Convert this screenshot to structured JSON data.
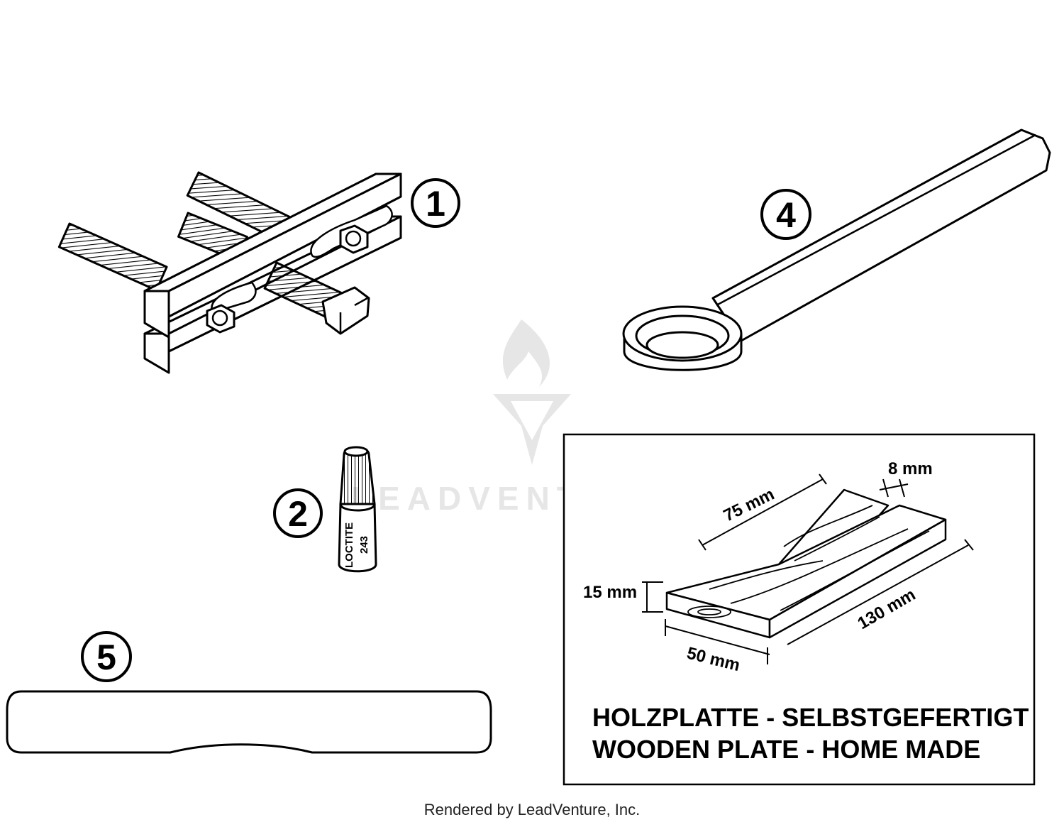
{
  "callouts": {
    "part1": "1",
    "part2": "2",
    "part4": "4",
    "part5": "5"
  },
  "loctite": {
    "brand": "LOCTITE",
    "grade": "243"
  },
  "wooden_plate": {
    "dim_length_top": "75 mm",
    "dim_gap": "8 mm",
    "dim_height": "15 mm",
    "dim_width": "50 mm",
    "dim_length": "130 mm",
    "caption_de": "HOLZPLATTE - SELBSTGEFERTIGT",
    "caption_en": "WOODEN PLATE - HOME MADE"
  },
  "watermark": "LEADVENTURE",
  "footer": "Rendered by LeadVenture, Inc.",
  "colors": {
    "ink": "#000000",
    "watermark": "#e6e6e6",
    "background": "#ffffff"
  }
}
